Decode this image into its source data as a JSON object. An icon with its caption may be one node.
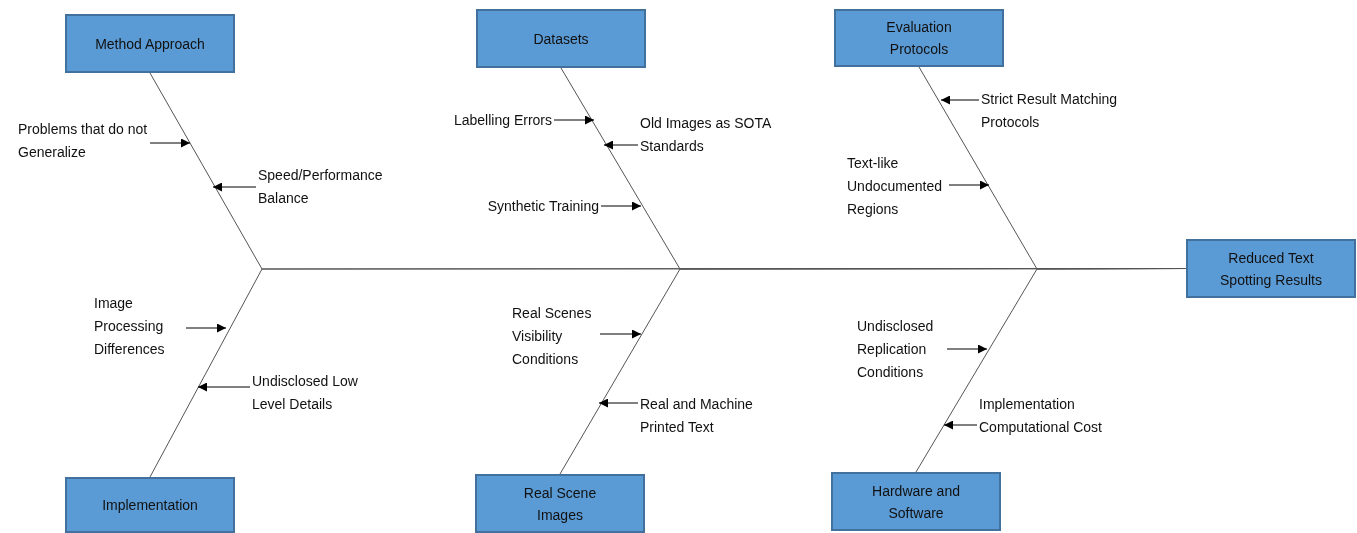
{
  "diagram": {
    "nodes": [
      {
        "text": [
          "Method Approach"
        ]
      },
      {
        "text": [
          "Problems that do not Generalize"
        ]
      },
      {
        "text": [
          "Speed/Performance Balance"
        ]
      },
      {
        "text": [
          "Datasets"
        ]
      },
      {
        "text": [
          "Labelling Errors"
        ]
      },
      {
        "text": [
          "Old Images as SOTA Standards"
        ]
      },
      {
        "text": [
          "Synthetic Training"
        ]
      },
      {
        "text": [
          "Evaluation Protocols"
        ]
      },
      {
        "text": [
          "Strict Result Matching Protocols"
        ]
      },
      {
        "text": [
          "Text-like Undocumented Regions"
        ]
      },
      {
        "text": [
          "Reduced Text Spotting Results"
        ]
      },
      {
        "text": [
          "Image Processing Differences"
        ]
      },
      {
        "text": [
          "Undisclosed Low Level Details"
        ]
      },
      {
        "text": [
          "Real Scenes Visibility Conditions"
        ]
      },
      {
        "text": [
          "Real and Machine Printed Text"
        ]
      },
      {
        "text": [
          "Undisclosed Replication Conditions"
        ]
      },
      {
        "text": [
          "Implementation Computational Cost"
        ]
      },
      {
        "text": [
          "Implementation"
        ]
      },
      {
        "text": [
          "Real Scene Images"
        ]
      },
      {
        "text": [
          "Hardware and Software"
        ]
      }
    ],
    "edges": [
      {
        "from": 0,
        "to": 10,
        "arrow": "none"
      },
      {
        "from": 3,
        "to": 10,
        "arrow": "none"
      },
      {
        "from": 7,
        "to": 10,
        "arrow": "none"
      },
      {
        "from": 17,
        "to": 10,
        "arrow": "none"
      },
      {
        "from": 18,
        "to": 10,
        "arrow": "none"
      },
      {
        "from": 19,
        "to": 10,
        "arrow": "none"
      },
      {
        "from": 1,
        "to": null,
        "arrow": "to"
      },
      {
        "from": 2,
        "to": null,
        "arrow": "to"
      },
      {
        "from": 4,
        "to": null,
        "arrow": "to"
      },
      {
        "from": 5,
        "to": null,
        "arrow": "to"
      },
      {
        "from": 6,
        "to": null,
        "arrow": "to"
      },
      {
        "from": 8,
        "to": null,
        "arrow": "to"
      },
      {
        "from": 9,
        "to": null,
        "arrow": "to"
      },
      {
        "from": 11,
        "to": null,
        "arrow": "to"
      },
      {
        "from": 12,
        "to": null,
        "arrow": "to"
      },
      {
        "from": 13,
        "to": null,
        "arrow": "to"
      },
      {
        "from": 14,
        "to": null,
        "arrow": "to"
      },
      {
        "from": 15,
        "to": null,
        "arrow": "to"
      },
      {
        "from": 16,
        "to": null,
        "arrow": "to"
      }
    ]
  }
}
